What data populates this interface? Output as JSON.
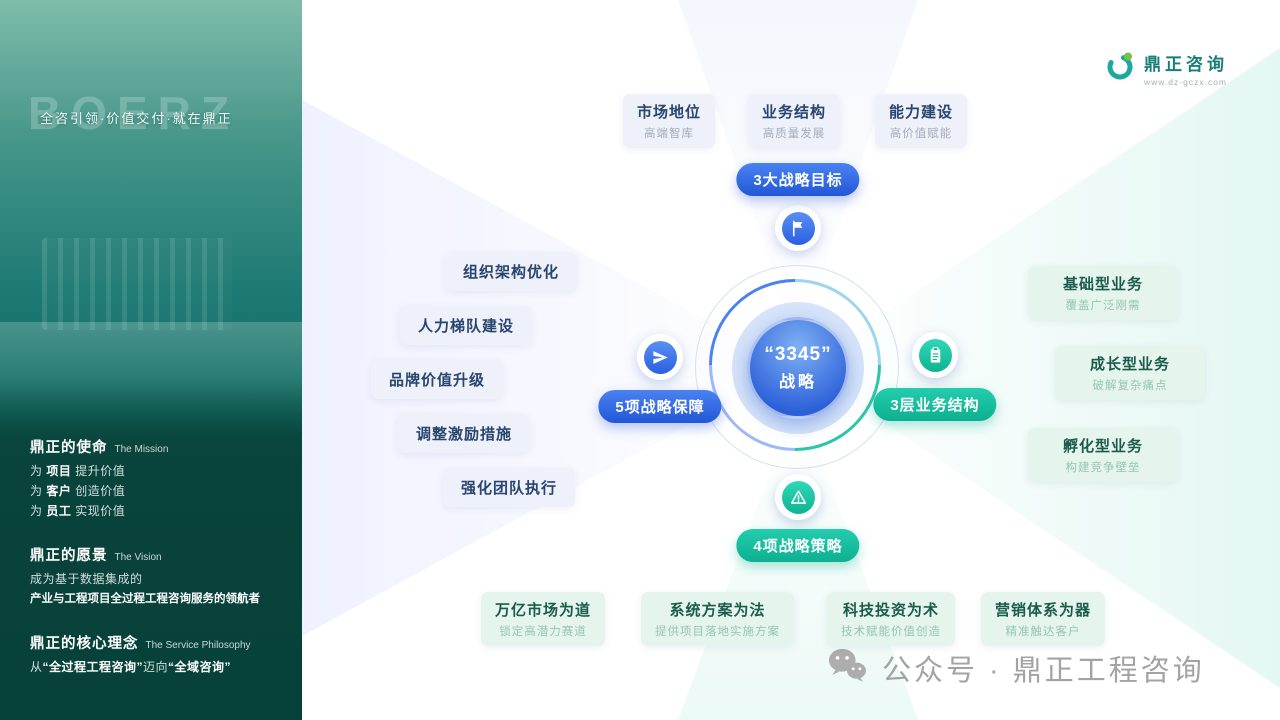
{
  "sidebar": {
    "watermark": "BOERZ",
    "tagline": "全咨引领·价值交付·就在鼎正",
    "mission": {
      "title": "鼎正的使命",
      "title_en": "The Mission",
      "items": [
        {
          "prefix": "为",
          "bold": "项目",
          "suffix": "提升价值"
        },
        {
          "prefix": "为",
          "bold": "客户",
          "suffix": "创造价值"
        },
        {
          "prefix": "为",
          "bold": "员工",
          "suffix": "实现价值"
        }
      ]
    },
    "vision": {
      "title": "鼎正的愿景",
      "title_en": "The Vision",
      "line1": "成为基于数据集成的",
      "line2": "产业与工程项目全过程工程咨询服务的领航者"
    },
    "philosophy": {
      "title": "鼎正的核心理念",
      "title_en": "The Service Philosophy",
      "seg1": "从",
      "quote1": "“全过程工程咨询”",
      "seg2": "迈向",
      "quote2": "“全域咨询”"
    }
  },
  "brand": {
    "name": "鼎正咨询",
    "url": "www.dz-gczx.com"
  },
  "diagram": {
    "center_top": "“3345”",
    "center_bottom": "战略",
    "badges": {
      "top": "3大战略目标",
      "left": "5项战略保障",
      "right": "3层业务结构",
      "bottom": "4项战略策略"
    },
    "top_boxes": [
      {
        "title": "市场地位",
        "subtitle": "高端智库"
      },
      {
        "title": "业务结构",
        "subtitle": "高质量发展"
      },
      {
        "title": "能力建设",
        "subtitle": "高价值赋能"
      }
    ],
    "left_boxes": [
      "组织架构优化",
      "人力梯队建设",
      "品牌价值升级",
      "调整激励措施",
      "强化团队执行"
    ],
    "right_boxes": [
      {
        "title": "基础型业务",
        "subtitle": "覆盖广泛刚需"
      },
      {
        "title": "成长型业务",
        "subtitle": "破解复杂痛点"
      },
      {
        "title": "孵化型业务",
        "subtitle": "构建竞争壁垒"
      }
    ],
    "bottom_boxes": [
      {
        "title": "万亿市场为道",
        "subtitle": "锁定高潜力赛道"
      },
      {
        "title": "系统方案为法",
        "subtitle": "提供项目落地实施方案"
      },
      {
        "title": "科技投资为术",
        "subtitle": "技术赋能价值创造"
      },
      {
        "title": "营销体系为器",
        "subtitle": "精准触达客户"
      }
    ]
  },
  "footer": {
    "wechat_label": "公众号 · 鼎正工程咨询"
  },
  "colors": {
    "blue": "#2b5fd8",
    "teal": "#12b496",
    "box_lavender": "#eef1f9",
    "box_green": "#e6f4ee"
  }
}
